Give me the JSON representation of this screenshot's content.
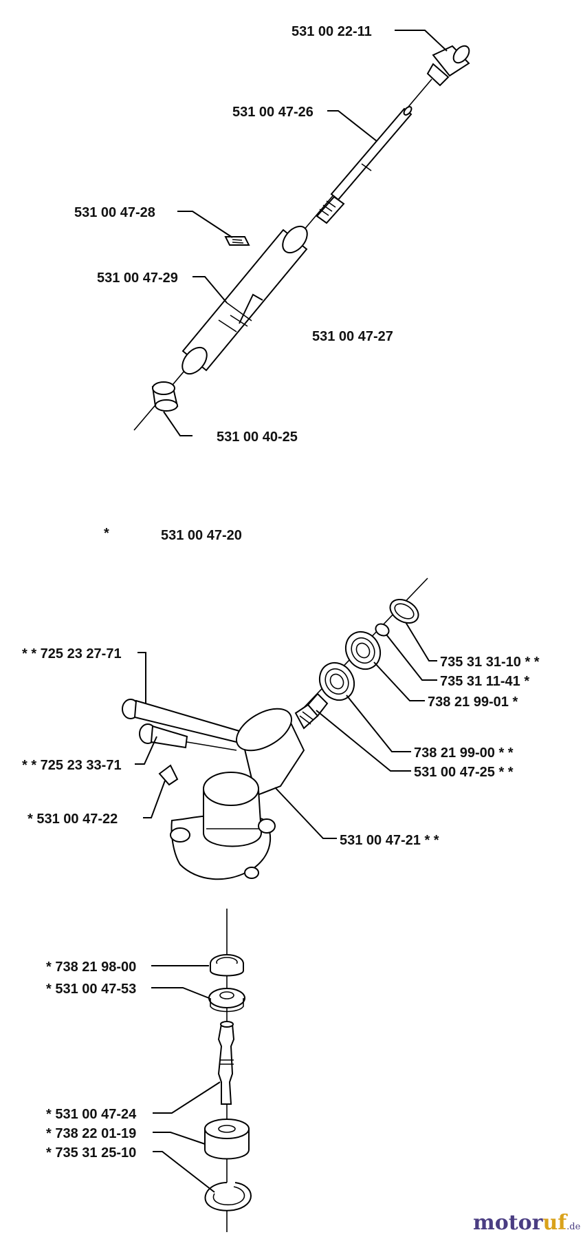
{
  "top_assembly": {
    "labels": {
      "socket": "531 00 22-11",
      "drive_shaft": "531 00 47-26",
      "decal": "531 00 47-28",
      "tube_decal": "531 00 47-29",
      "tube": "531 00 47-27",
      "bushing": "531 00 40-25"
    }
  },
  "gear_head_kit": {
    "asterisk": "*",
    "label": "531 00 47-20"
  },
  "gear_head": {
    "labels": {
      "screw_long": "* * 725 23 27-71",
      "screw_short": "* * 725 23 33-71",
      "pin": "* 531 00 47-22",
      "circlip": "735 31 31-10 * *",
      "retaining_ring": "735 31 11-41 *",
      "bearing_outer": "738 21 99-01 *",
      "bearing_inner": "738 21 99-00 * *",
      "pinion": "531 00 47-25 * *",
      "housing": "531 00 47-21 * *"
    }
  },
  "lower_shaft": {
    "labels": {
      "bearing_top": "* 738 21 98-00",
      "gear_wheel": "* 531 00 47-53",
      "output_shaft": "* 531 00 47-24",
      "bearing_bottom": "* 738 22 01-19",
      "snap_ring": "* 735 31 25-10"
    }
  },
  "watermark": {
    "part1": "motor",
    "part2": "uf",
    "suffix": ".de"
  }
}
